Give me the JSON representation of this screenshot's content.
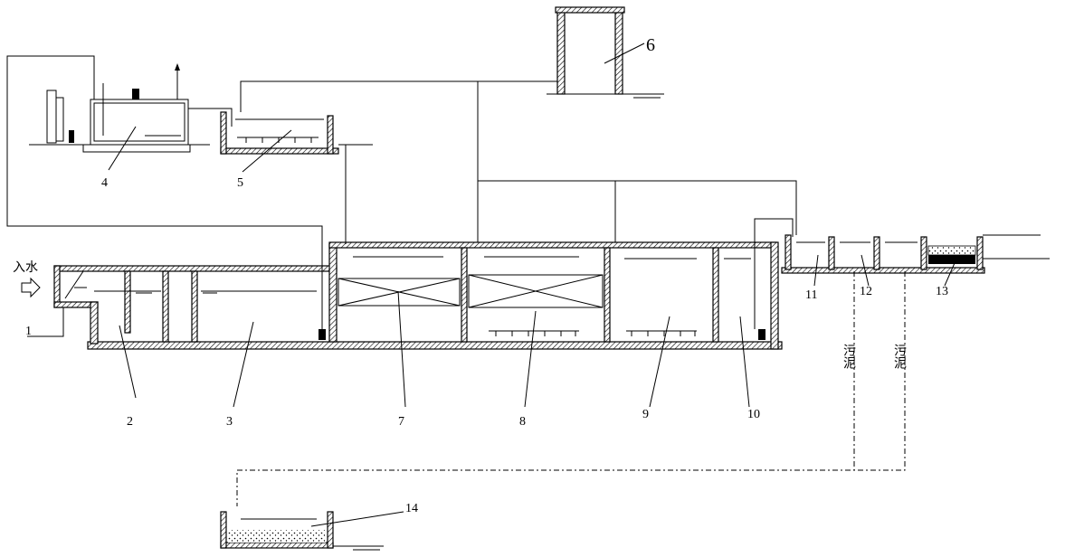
{
  "inlet_label": "入水",
  "sludge_label_1": "污泥",
  "sludge_label_2": "污泥",
  "components": [
    {
      "id": "1",
      "label": "1"
    },
    {
      "id": "2",
      "label": "2"
    },
    {
      "id": "3",
      "label": "3"
    },
    {
      "id": "4",
      "label": "4"
    },
    {
      "id": "5",
      "label": "5"
    },
    {
      "id": "6",
      "label": "6"
    },
    {
      "id": "7",
      "label": "7"
    },
    {
      "id": "8",
      "label": "8"
    },
    {
      "id": "9",
      "label": "9"
    },
    {
      "id": "10",
      "label": "10"
    },
    {
      "id": "11",
      "label": "11"
    },
    {
      "id": "12",
      "label": "12"
    },
    {
      "id": "13",
      "label": "13"
    },
    {
      "id": "14",
      "label": "14"
    }
  ]
}
